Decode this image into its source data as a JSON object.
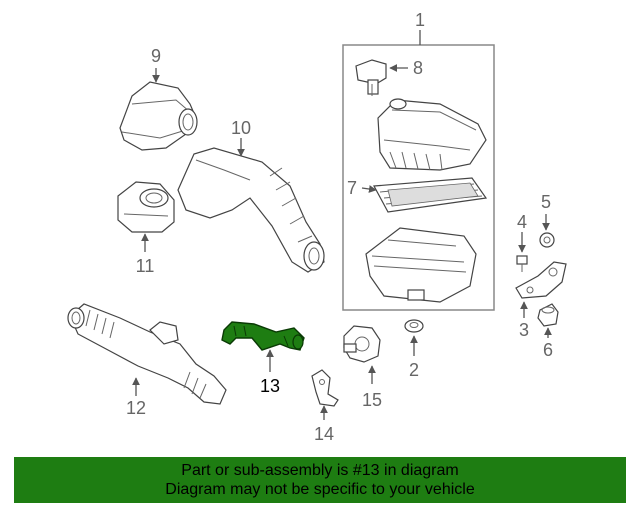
{
  "callouts": {
    "c1": "1",
    "c2": "2",
    "c3": "3",
    "c4": "4",
    "c5": "5",
    "c6": "6",
    "c7": "7",
    "c8": "8",
    "c9": "9",
    "c10": "10",
    "c11": "11",
    "c12": "12",
    "c13": "13",
    "c14": "14",
    "c15": "15"
  },
  "highlight_color": "#1e7d12",
  "banner": {
    "line1": "Part or sub-assembly is #13 in diagram",
    "line2": "Diagram may not be specific to your vehicle"
  }
}
